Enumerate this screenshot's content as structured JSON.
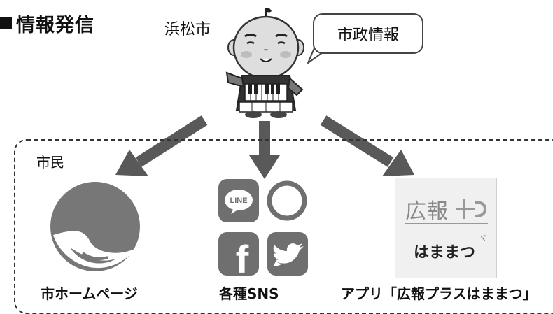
{
  "header": {
    "title": "情報発信"
  },
  "sender": {
    "label": "浜松市",
    "speech_bubble": "市政情報"
  },
  "receiver": {
    "label": "市民"
  },
  "channels": [
    {
      "label": "市ホームページ",
      "icon": "city-homepage-logo"
    },
    {
      "label": "各種SNS",
      "icons": [
        "line-icon",
        "instagram-icon",
        "facebook-icon",
        "twitter-icon"
      ],
      "sns_texts": {
        "line": "LINE",
        "facebook": "f"
      }
    },
    {
      "label": "アプリ「広報プラスはままつ」",
      "app_icon": {
        "top_text": "広報",
        "bottom_text": "はままつ"
      }
    }
  ],
  "colors": {
    "arrow": "#595959",
    "icon_gray": "#6f6f6f",
    "dashed_border": "#333333"
  }
}
